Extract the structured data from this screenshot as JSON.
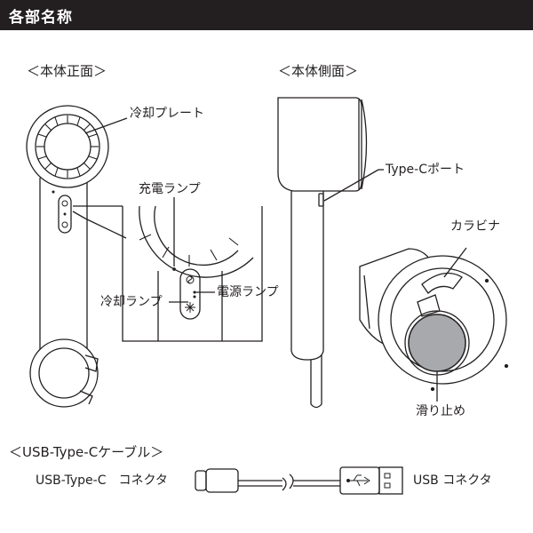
{
  "header": {
    "title": "各部名称"
  },
  "front_view": {
    "heading": "＜本体正面＞",
    "cooling_plate": "冷却プレート",
    "charge_lamp": "充電ランプ",
    "cooling_lamp": "冷却ランプ",
    "power_lamp": "電源ランプ"
  },
  "side_view": {
    "heading": "＜本体側面＞",
    "type_c_port": "Type-Cポート",
    "carabiner": "カラビナ",
    "anti_slip": "滑り止め"
  },
  "cable": {
    "heading": "＜USB-Type-Cケーブル＞",
    "left_label": "USB-Type-C　コネクタ",
    "right_label": "USB コネクタ"
  },
  "colors": {
    "header_bg": "#231f20",
    "header_text": "#ffffff",
    "line": "#231f20",
    "plate_gray": "#a7a9ac"
  },
  "icons": [
    "fan-icon",
    "snowflake-icon",
    "usb-symbol-icon"
  ]
}
